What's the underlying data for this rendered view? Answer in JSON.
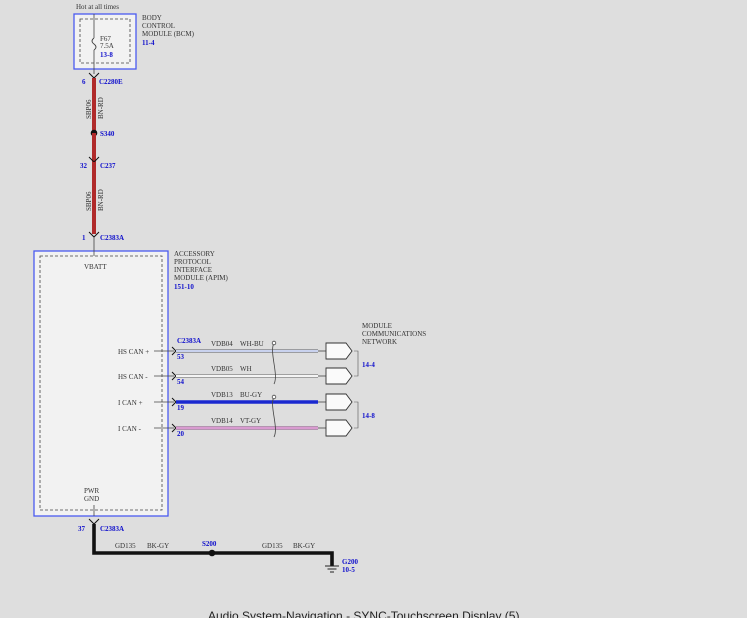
{
  "page_title": "Audio System-Navigation - SYNC-Touchscreen Display (5)",
  "hot_label": "Hot at all times",
  "bcm": {
    "name_line1": "BODY",
    "name_line2": "CONTROL",
    "name_line3": "MODULE (BCM)",
    "ref": "11-4",
    "fuse_name": "F67",
    "fuse_rating": "7.5A",
    "fuse_ref": "13-8",
    "pin": "6",
    "connector": "C2280E"
  },
  "wire_upper": {
    "circuit": "SBP06",
    "color": "BN-RD"
  },
  "splice_s340": "S340",
  "c237": {
    "pin": "32",
    "connector": "C237"
  },
  "wire_lower": {
    "circuit": "SBP06",
    "color": "BN-RD"
  },
  "apim_power": {
    "pin": "1",
    "connector": "C2383A",
    "label": "VBATT"
  },
  "apim": {
    "name_line1": "ACCESSORY",
    "name_line2": "PROTOCOL",
    "name_line3": "INTERFACE",
    "name_line4": "MODULE (APIM)",
    "ref": "151-10"
  },
  "can_connector": "C2383A",
  "signals": [
    {
      "label": "HS CAN +",
      "pin": "53",
      "circuit": "VDB04",
      "color": "WH-BU"
    },
    {
      "label": "HS CAN -",
      "pin": "54",
      "circuit": "VDB05",
      "color": "WH"
    },
    {
      "label": "I CAN +",
      "pin": "19",
      "circuit": "VDB13",
      "color": "BU-GY"
    },
    {
      "label": "I CAN -",
      "pin": "20",
      "circuit": "VDB14",
      "color": "VT-GY"
    }
  ],
  "network": {
    "line1": "MODULE",
    "line2": "COMMUNICATIONS",
    "line3": "NETWORK",
    "ref_hs": "14-4",
    "ref_i": "14-8"
  },
  "ground": {
    "pwr_label_line1": "PWR",
    "pwr_label_line2": "GND",
    "pin": "37",
    "connector": "C2383A",
    "wire1_circuit": "GD135",
    "wire1_color": "BK-GY",
    "splice": "S200",
    "wire2_circuit": "GD135",
    "wire2_color": "BK-GY",
    "point": "G200",
    "point_ref": "10-5"
  },
  "colors": {
    "canvas": "#dedede",
    "module_border": "#4a5af0",
    "wire_power": "#b02a2a",
    "wire_ground": "#111111",
    "wire_wh_bu": "#c9d2ee",
    "wire_wh": "#f4f4f4",
    "wire_bu_gy": "#1a28d0",
    "wire_vt_gy": "#d99bd0",
    "ref_text": "#1010cc"
  }
}
